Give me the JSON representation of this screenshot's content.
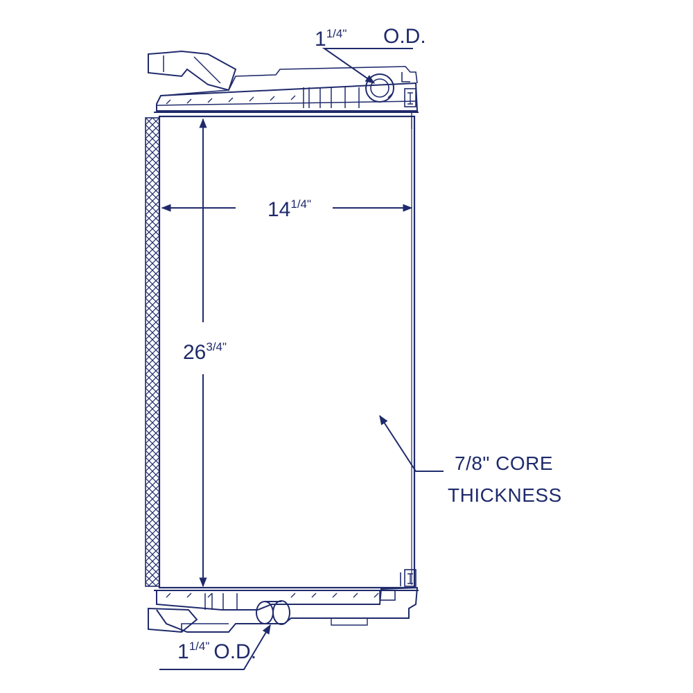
{
  "colors": {
    "ink": "#1f2a6b",
    "background": "#ffffff"
  },
  "labels": {
    "top_outlet": {
      "whole": "1",
      "fraction": "1/4\"",
      "suffix": "O.D."
    },
    "width": {
      "whole": "14",
      "fraction": "1/4\""
    },
    "height": {
      "whole": "26",
      "fraction": "3/4\""
    },
    "core_line1": "7/8\" CORE",
    "core_line2": "THICKNESS",
    "bottom_outlet": {
      "whole": "1",
      "fraction": "1/4\"",
      "suffix": "O.D."
    }
  }
}
